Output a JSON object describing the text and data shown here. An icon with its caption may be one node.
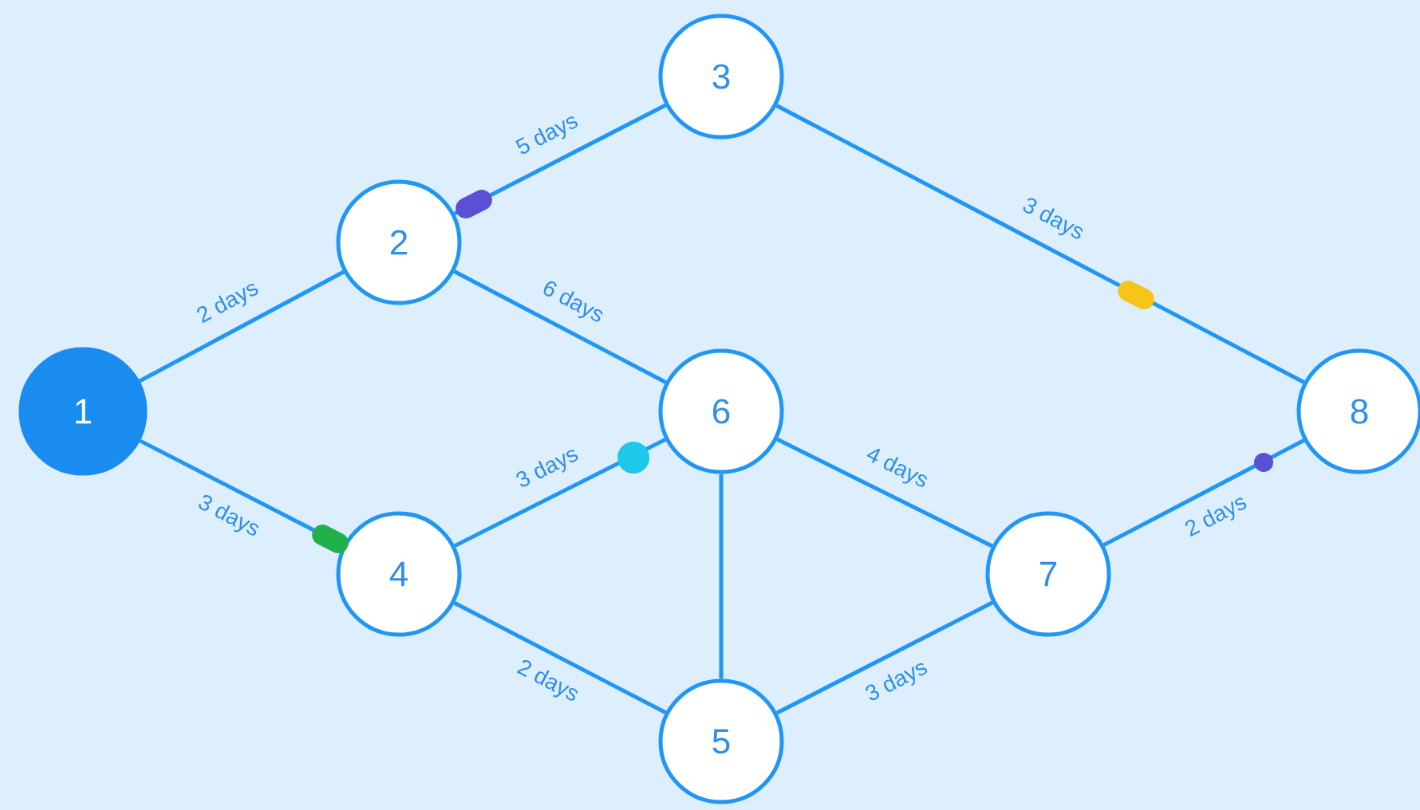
{
  "diagram": {
    "nodes": [
      {
        "text": [
          "1"
        ]
      },
      {
        "text": [
          "2"
        ]
      },
      {
        "text": [
          "3"
        ]
      },
      {
        "text": [
          "4"
        ]
      },
      {
        "text": [
          "5"
        ]
      },
      {
        "text": [
          "6"
        ]
      },
      {
        "text": [
          "7"
        ]
      },
      {
        "text": [
          "8"
        ]
      }
    ],
    "edges": [
      {
        "from": 0,
        "to": 1,
        "arrow": "none",
        "label": "2 days"
      },
      {
        "from": 0,
        "to": 3,
        "arrow": "none",
        "label": "3 days"
      },
      {
        "from": 1,
        "to": 2,
        "arrow": "none",
        "label": "5 days"
      },
      {
        "from": 1,
        "to": 5,
        "arrow": "none",
        "label": "6 days"
      },
      {
        "from": 2,
        "to": 7,
        "arrow": "none",
        "label": "3 days"
      },
      {
        "from": 3,
        "to": 5,
        "arrow": "none",
        "label": "3 days"
      },
      {
        "from": 3,
        "to": 4,
        "arrow": "none",
        "label": "2 days"
      },
      {
        "from": 5,
        "to": 4,
        "arrow": "none"
      },
      {
        "from": 5,
        "to": 6,
        "arrow": "none",
        "label": "4 days"
      },
      {
        "from": 4,
        "to": 6,
        "arrow": "none",
        "label": "3 days"
      },
      {
        "from": 6,
        "to": 7,
        "arrow": "none",
        "label": "2 days"
      }
    ]
  }
}
